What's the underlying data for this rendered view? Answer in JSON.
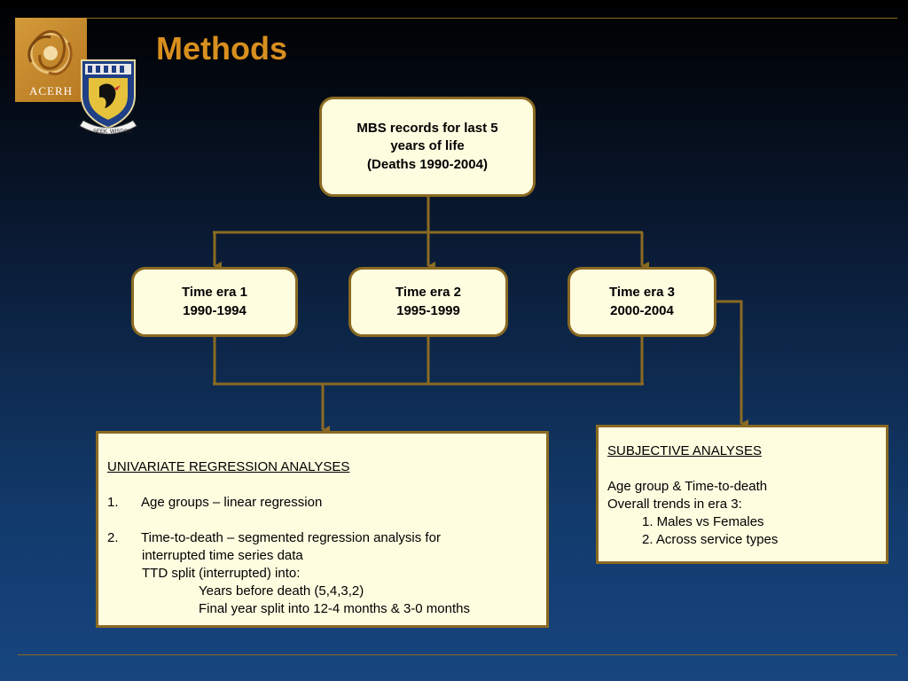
{
  "title": "Methods",
  "logo": {
    "acerh_text": "ACERH",
    "crest_motto": [
      "SEEK",
      "WISDOM"
    ]
  },
  "colors": {
    "accent": "#d88f1e",
    "box_fill": "#fffde0",
    "box_border": "#8a6a22",
    "connector": "#8a6a22"
  },
  "nodes": {
    "mbs": {
      "lines": [
        "MBS records for last 5",
        "years of life",
        "(Deaths 1990-2004)"
      ]
    },
    "era1": {
      "lines": [
        "Time era 1",
        "1990-1994"
      ]
    },
    "era2": {
      "lines": [
        "Time era 2",
        "1995-1999"
      ]
    },
    "era3": {
      "lines": [
        "Time era 3",
        "2000-2004"
      ]
    }
  },
  "univariate": {
    "heading": "UNIVARIATE REGRESSION ANALYSES",
    "item1_num": "1.",
    "item1_text": "Age groups – linear regression",
    "item2_num": "2.",
    "item2_text": "Time-to-death –  segmented regression analysis for",
    "item2_cont1": "interrupted time series data",
    "item2_cont2": "TTD split (interrupted) into:",
    "item2_sub1": "Years before death (5,4,3,2)",
    "item2_sub2": "Final year split into 12-4 months & 3-0 months"
  },
  "subjective": {
    "heading": "SUBJECTIVE ANALYSES",
    "line1": "Age group & Time-to-death",
    "line2": "Overall trends in era 3:",
    "line3": "1. Males vs Females",
    "line4": "2. Across service types"
  }
}
